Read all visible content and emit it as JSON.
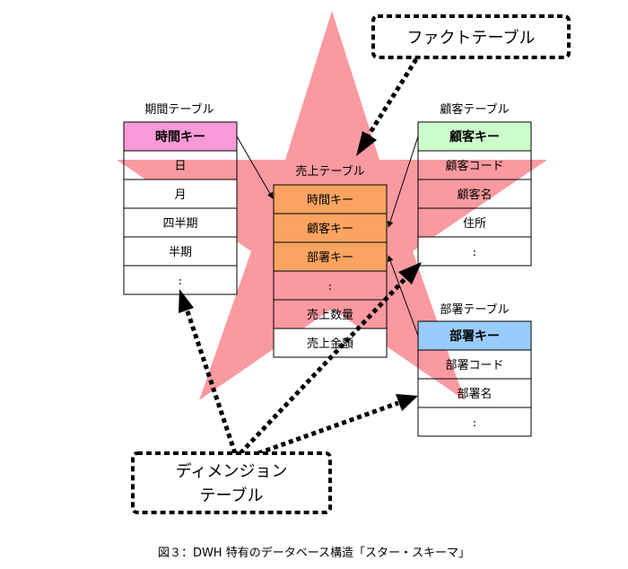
{
  "callouts": {
    "fact": "ファクトテーブル",
    "dimension_line1": "ディメンジョン",
    "dimension_line2": "テーブル"
  },
  "tables": {
    "period": {
      "title": "期間テーブル",
      "key": "時間キー",
      "rows": [
        "日",
        "月",
        "四半期",
        "半期",
        ":"
      ]
    },
    "customer": {
      "title": "顧客テーブル",
      "key": "顧客キー",
      "rows": [
        "顧客コード",
        "顧客名",
        "住所",
        ":"
      ]
    },
    "sales": {
      "title": "売上テーブル",
      "keys": [
        "時間キー",
        "顧客キー",
        "部署キー"
      ],
      "rows": [
        ":",
        "売上数量",
        "売上金額"
      ]
    },
    "department": {
      "title": "部署テーブル",
      "key": "部署キー",
      "rows": [
        "部署コード",
        "部署名",
        ":"
      ]
    }
  },
  "caption": "図３：DWH 特有のデータベース構造「スター・スキーマ」",
  "colors": {
    "star": "#fa9aa0",
    "sales_key_fill": "#fba360",
    "period_key_fill": "#fa9ad8",
    "customer_key_fill": "#ccfccc",
    "department_key_fill": "#98ccfc",
    "border": "#000000"
  }
}
